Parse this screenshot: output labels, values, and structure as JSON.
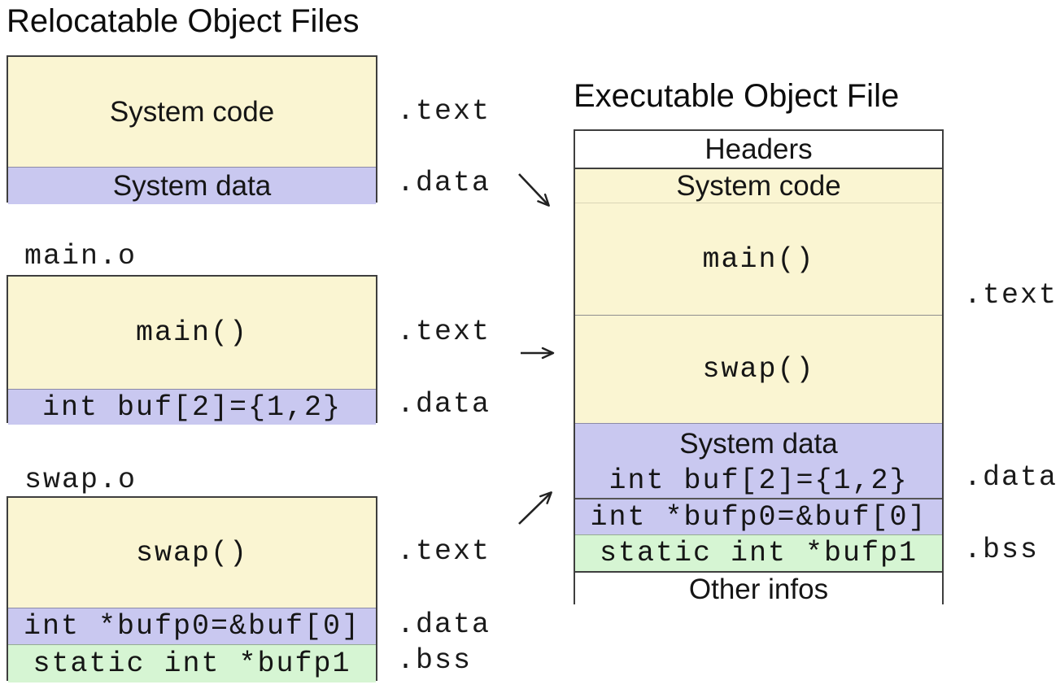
{
  "colors": {
    "text_section_fill": "#FAF5D2",
    "data_section_fill": "#C9C8F0",
    "bss_section_fill": "#D6F5D3",
    "box_border": "#3E3E3E",
    "arrow": "#222222"
  },
  "left_panel": {
    "title": "Relocatable Object Files",
    "files": [
      {
        "name": "",
        "rows": [
          {
            "text": "System code",
            "section_label": ".text"
          },
          {
            "text": "System data",
            "section_label": ".data"
          }
        ]
      },
      {
        "name": "main.o",
        "rows": [
          {
            "text": "main()",
            "section_label": ".text"
          },
          {
            "text": "int buf[2]={1,2}",
            "section_label": ".data"
          }
        ]
      },
      {
        "name": "swap.o",
        "rows": [
          {
            "text": "swap()",
            "section_label": ".text"
          },
          {
            "text": "int *bufp0=&buf[0]",
            "section_label": ".data"
          },
          {
            "text": "static int *bufp1",
            "section_label": ".bss"
          }
        ]
      }
    ]
  },
  "right_panel": {
    "title": "Executable Object File",
    "rows": [
      {
        "text": "Headers"
      },
      {
        "text": "System code"
      },
      {
        "text": "main()"
      },
      {
        "text": "swap()"
      },
      {
        "text": "System data"
      },
      {
        "text": "int buf[2]={1,2}"
      },
      {
        "text": "int *bufp0=&buf[0]"
      },
      {
        "text": "static int *bufp1"
      },
      {
        "text": "Other infos"
      }
    ],
    "section_labels": [
      {
        "text": ".text"
      },
      {
        "text": ".data"
      },
      {
        "text": ".bss"
      }
    ]
  }
}
